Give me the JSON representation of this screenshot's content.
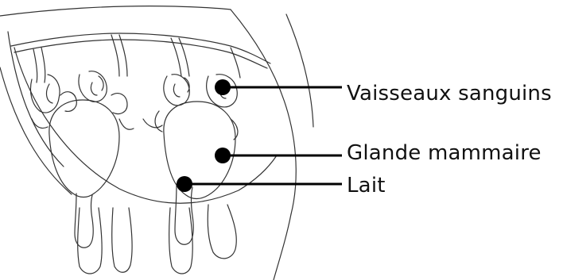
{
  "labels": {
    "blood_vessels": "Vaisseaux sanguins",
    "mammary_gland": "Glande mammaire",
    "milk": "Lait"
  },
  "colors": {
    "outline": "#333333",
    "leader": "#000000",
    "background": "#ffffff"
  }
}
